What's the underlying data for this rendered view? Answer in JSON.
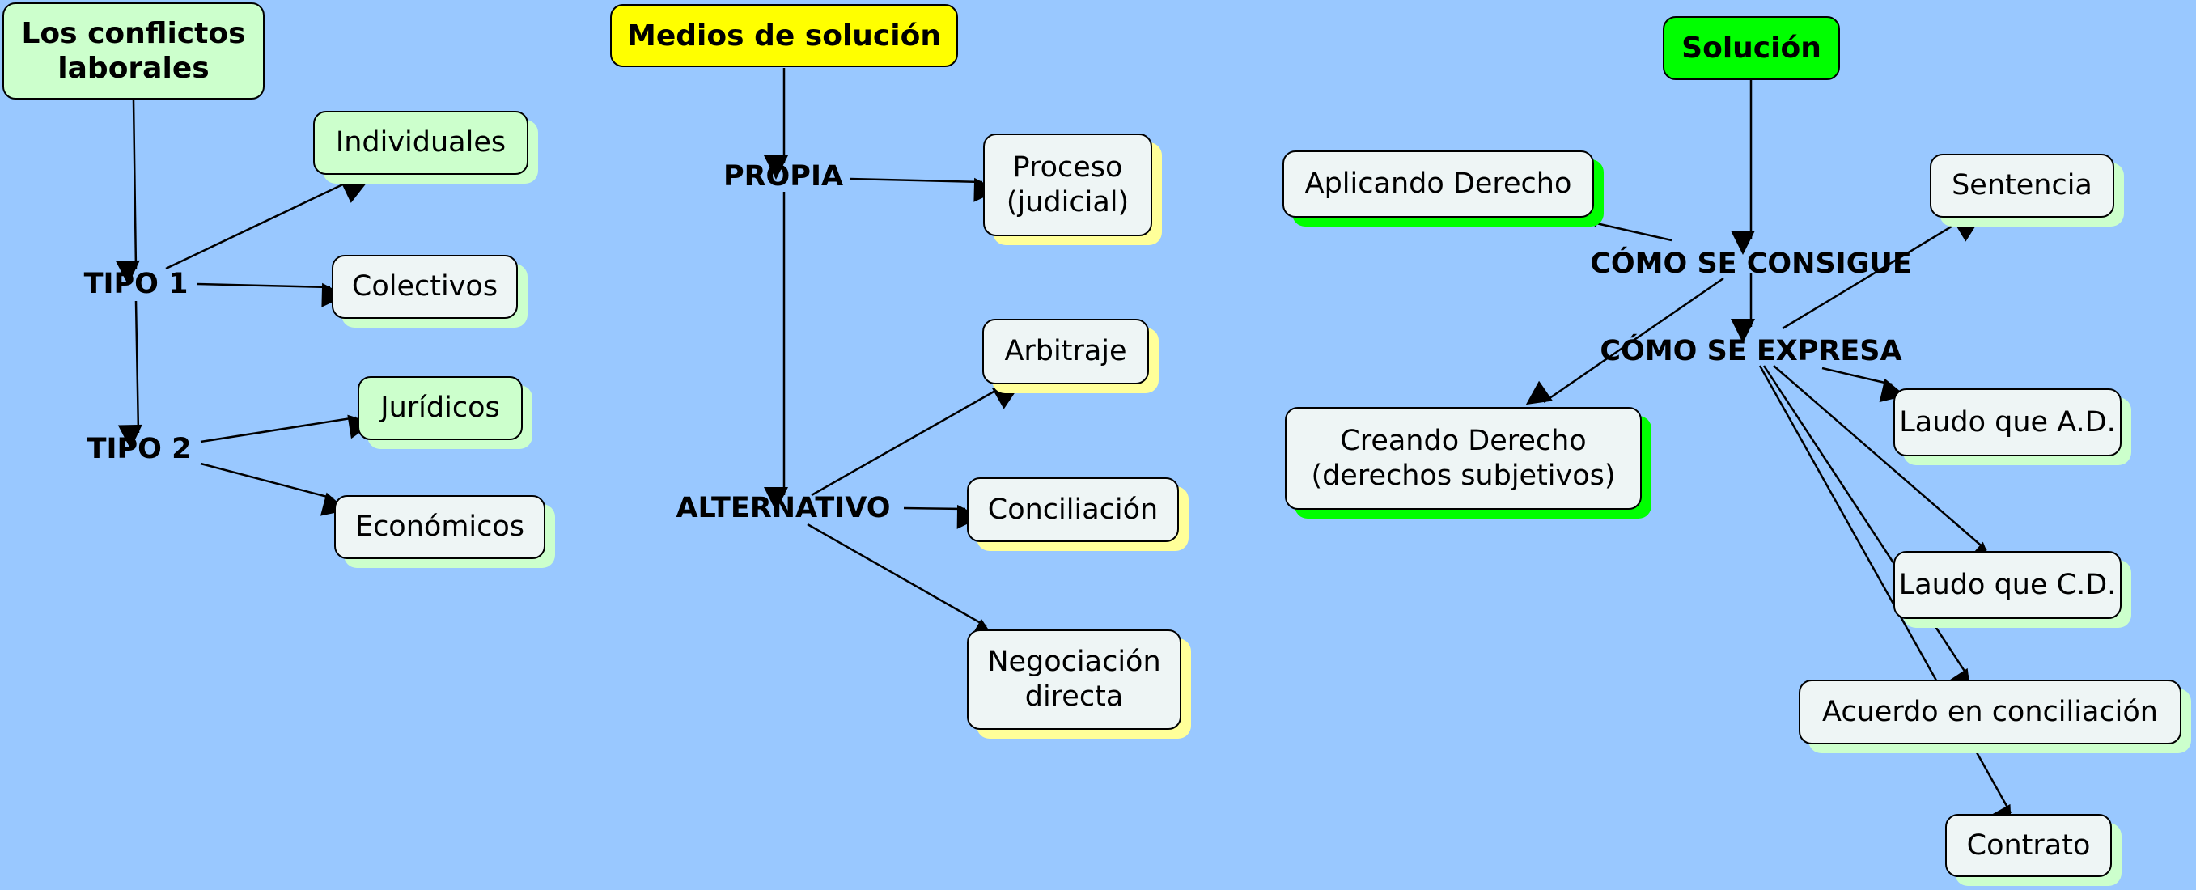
{
  "map1": {
    "root": "Los conflictos\nlaborales",
    "tipo1": "TIPO 1",
    "tipo2": "TIPO 2",
    "individuales": "Individuales",
    "colectivos": "Colectivos",
    "juridicos": "Jurídicos",
    "economicos": "Económicos"
  },
  "map2": {
    "root": "Medios de solución",
    "propia": "PROPIA",
    "alternativo": "ALTERNATIVO",
    "proceso": "Proceso\n(judicial)",
    "arbitraje": "Arbitraje",
    "conciliacion": "Conciliación",
    "negociacion": "Negociación\ndirecta"
  },
  "map3": {
    "root": "Solución",
    "como_consigue": "CÓMO SE CONSIGUE",
    "como_expresa": "CÓMO SE EXPRESA",
    "aplicando": "Aplicando Derecho",
    "creando": "Creando Derecho\n(derechos subjetivos)",
    "sentencia": "Sentencia",
    "laudo_ad": "Laudo que A.D.",
    "laudo_cd": "Laudo que C.D.",
    "acuerdo": "Acuerdo en conciliación",
    "contrato": "Contrato"
  },
  "colors": {
    "background": "#99c8ff",
    "node_white": "#eef5f5",
    "node_light_green": "#ccffcc",
    "node_yellow": "#ffff00",
    "node_lime": "#00ff00"
  }
}
